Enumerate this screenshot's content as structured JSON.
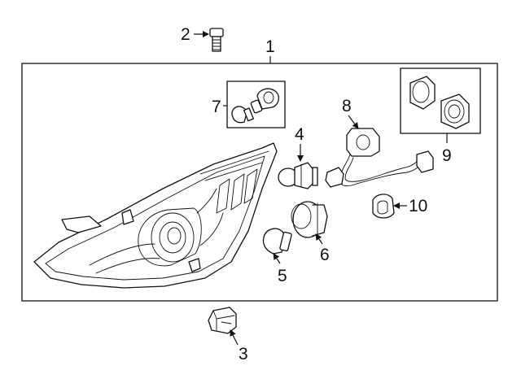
{
  "diagram": {
    "callouts": {
      "c1": "1",
      "c2": "2",
      "c3": "3",
      "c4": "4",
      "c5": "5",
      "c6": "6",
      "c7": "7",
      "c8": "8",
      "c9": "9",
      "c10": "10"
    },
    "parts": [
      "headlamp-assembly",
      "bolt",
      "clip",
      "bulb",
      "bulb",
      "socket",
      "bulb",
      "socket-with-wiring",
      "caps",
      "clip"
    ]
  }
}
